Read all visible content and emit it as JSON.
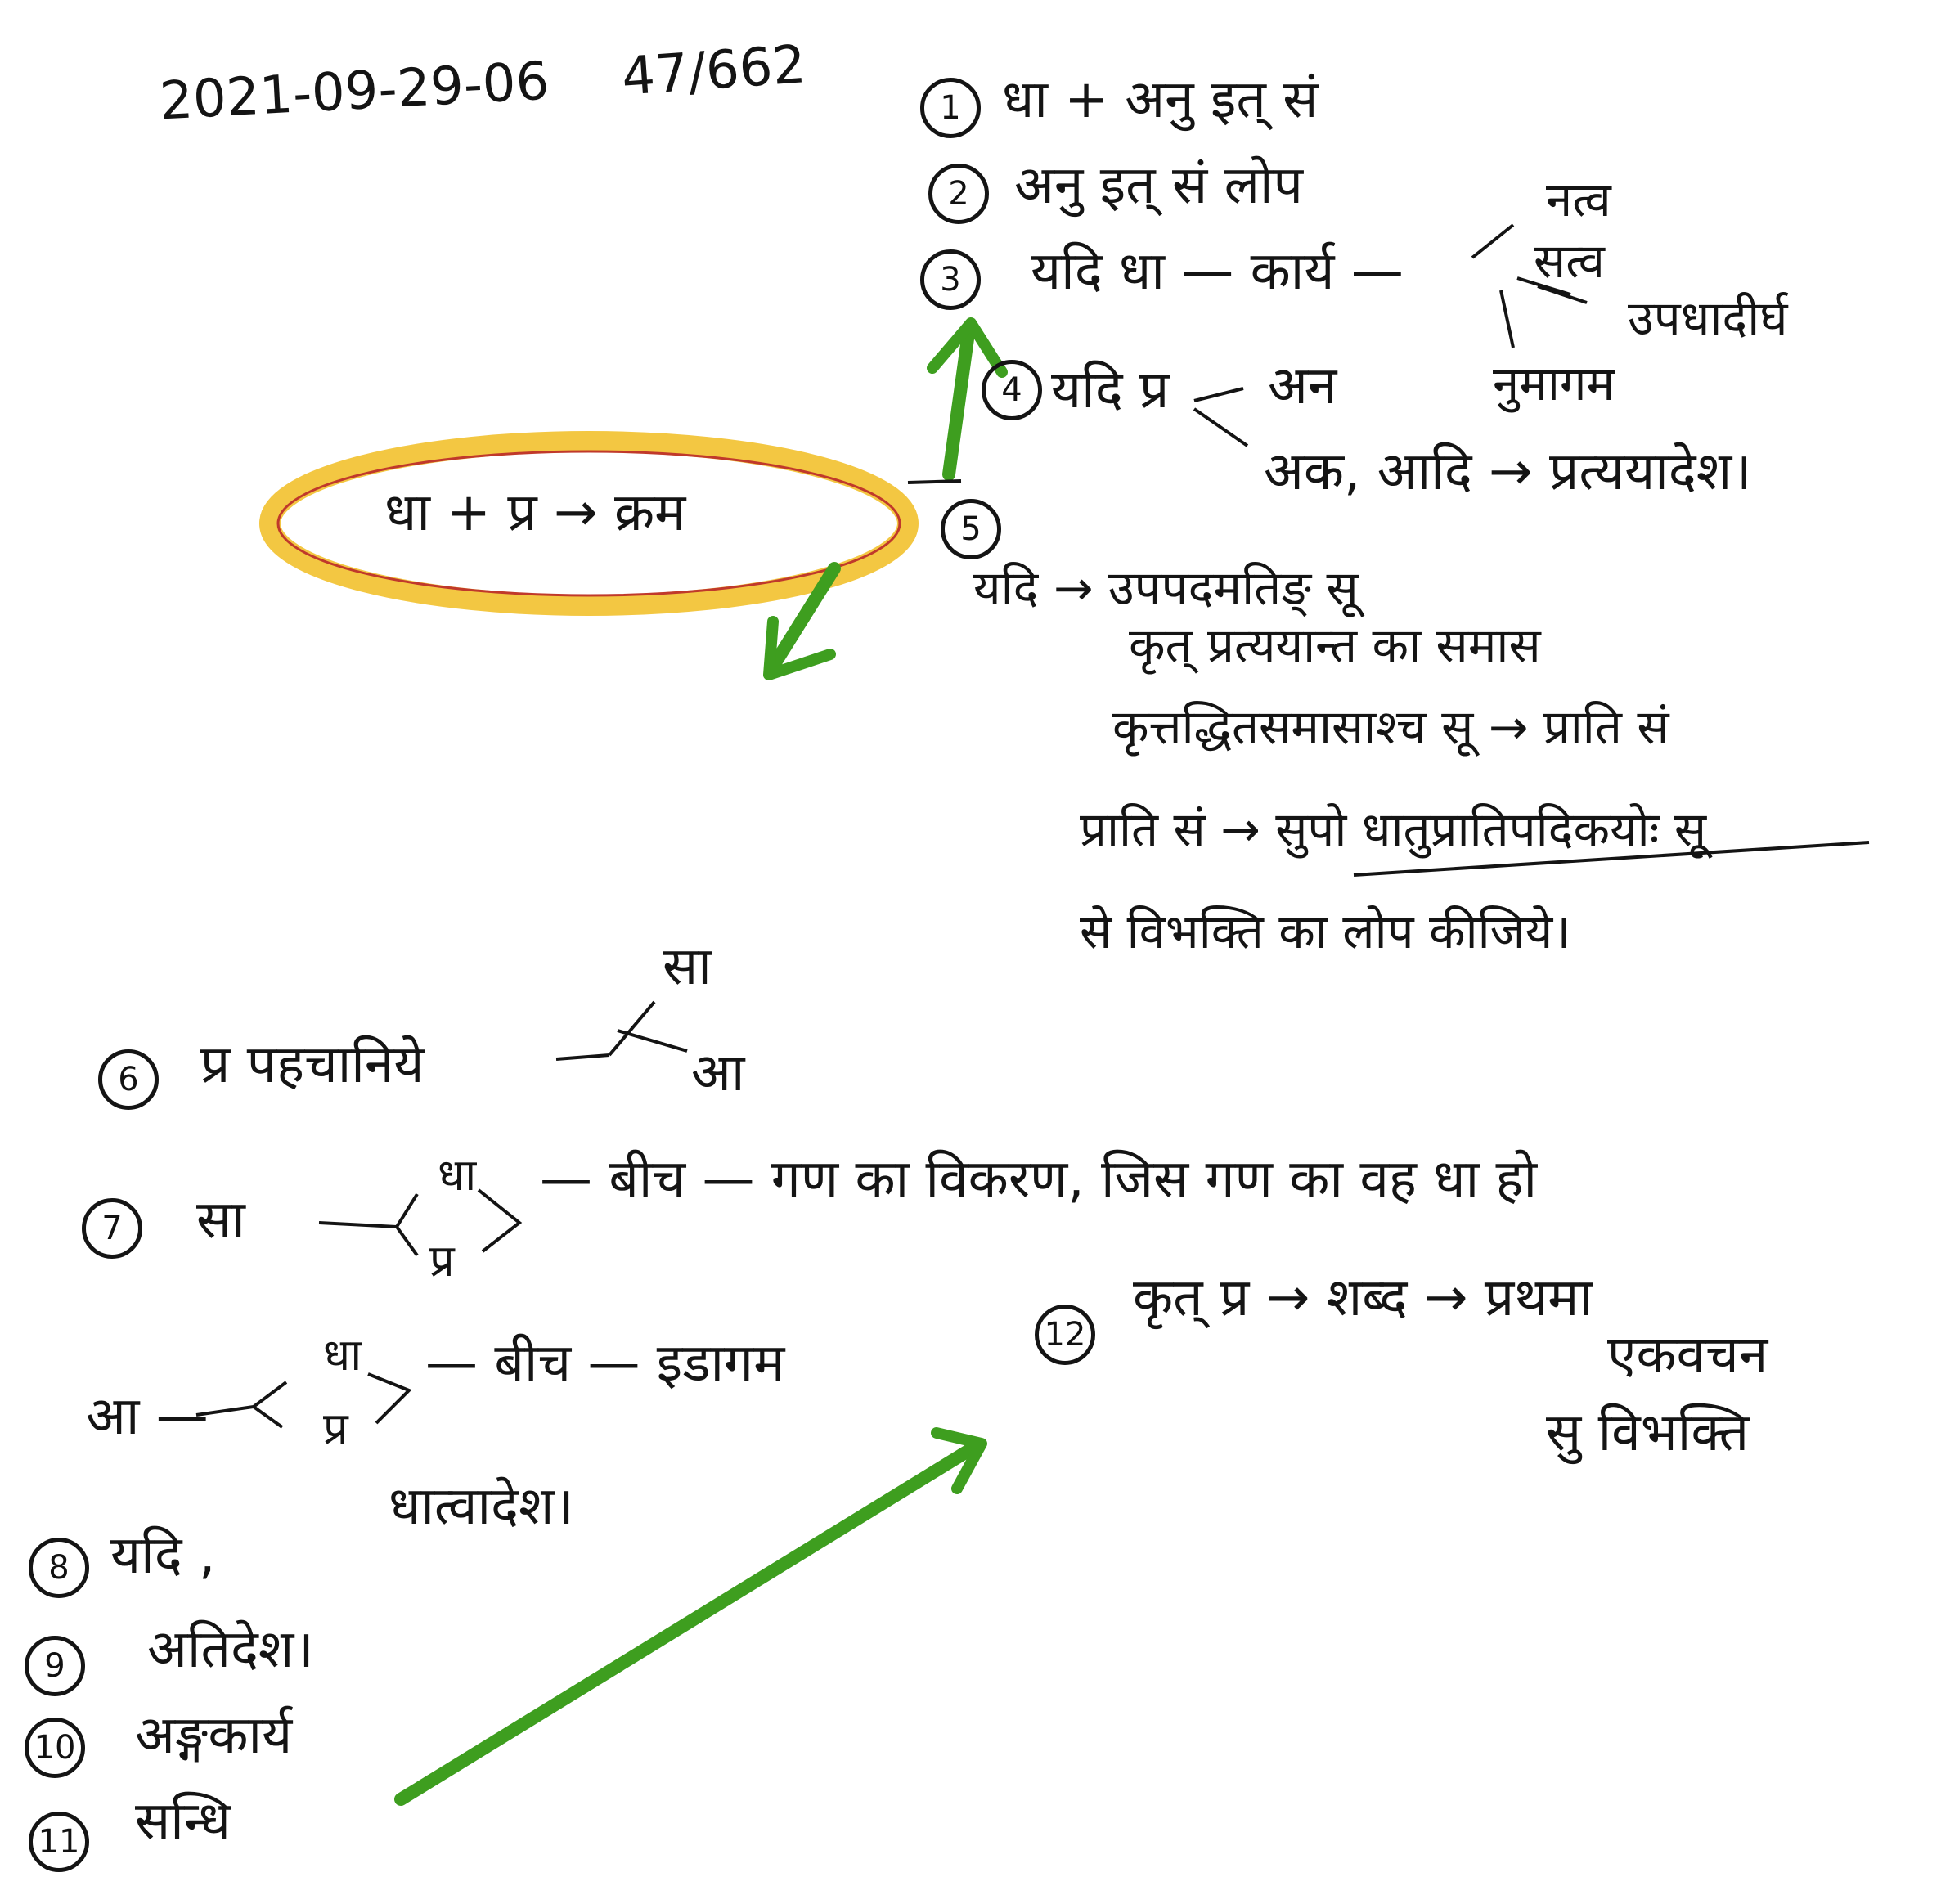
{
  "header": {
    "date": "2021-09-29-06",
    "page_ref": "47/662"
  },
  "center": {
    "formula": "धा + प्र → क्रम"
  },
  "steps": [
    {
      "n": "1",
      "text": "धा + अनु इत् सं"
    },
    {
      "n": "2",
      "text": "अनु इत् सं लोप"
    },
    {
      "n": "3",
      "text": "यदि धा — कार्य —"
    },
    {
      "n": "4",
      "text": "यदि प्र"
    },
    {
      "n": "5",
      "text": ""
    },
    {
      "n": "6",
      "text": "प्र पहचानिये"
    },
    {
      "n": "7",
      "text": "सा"
    },
    {
      "n": "8",
      "text": "यदि ,"
    },
    {
      "n": "9",
      "text": "अतिदेश।"
    },
    {
      "n": "10",
      "text": "अङ्गकार्य"
    },
    {
      "n": "11",
      "text": "सन्धि"
    },
    {
      "n": "12",
      "text": "कृत् प्र → शब्द → प्रथमा"
    }
  ],
  "step3_branches": {
    "natva": "नत्व",
    "satva": "सत्व",
    "upadha": "उपधादीर्घ",
    "numagama": "नुमागम"
  },
  "step4_branches": {
    "ana": "अन",
    "aka": "अक, आदि → प्रत्ययादेश।"
  },
  "step5_lines": [
    "यदि → उपपदमतिङ् सू",
    "कृत् प्रत्ययान्त का समास",
    "कृत्तद्धितसमासाश्च सू → प्राति सं",
    "प्राति सं → सुपो धातुप्रातिपदिकयोः सू",
    "से विभक्ति का लोप कीजिये।"
  ],
  "step6_branches": {
    "sa": "सा",
    "aa": "आ"
  },
  "step7": {
    "dha": "धा",
    "pra": "प्र",
    "rest": "— बीच — गण का विकरण, जिस गण का वह धा हो"
  },
  "aa_line": {
    "aa": "आ —",
    "dha": "धा",
    "pra": "प्र",
    "rest": "— बीच — इडागम",
    "dhatvadesha": "धात्वादेश।"
  },
  "step12_extra": {
    "ekavachana": "एकवचन",
    "su": "सु विभक्ति"
  },
  "colors": {
    "highlight": "#f2c12e",
    "arrow": "#3e9e1f",
    "ink": "#141414",
    "red_line": "#c0392b"
  }
}
